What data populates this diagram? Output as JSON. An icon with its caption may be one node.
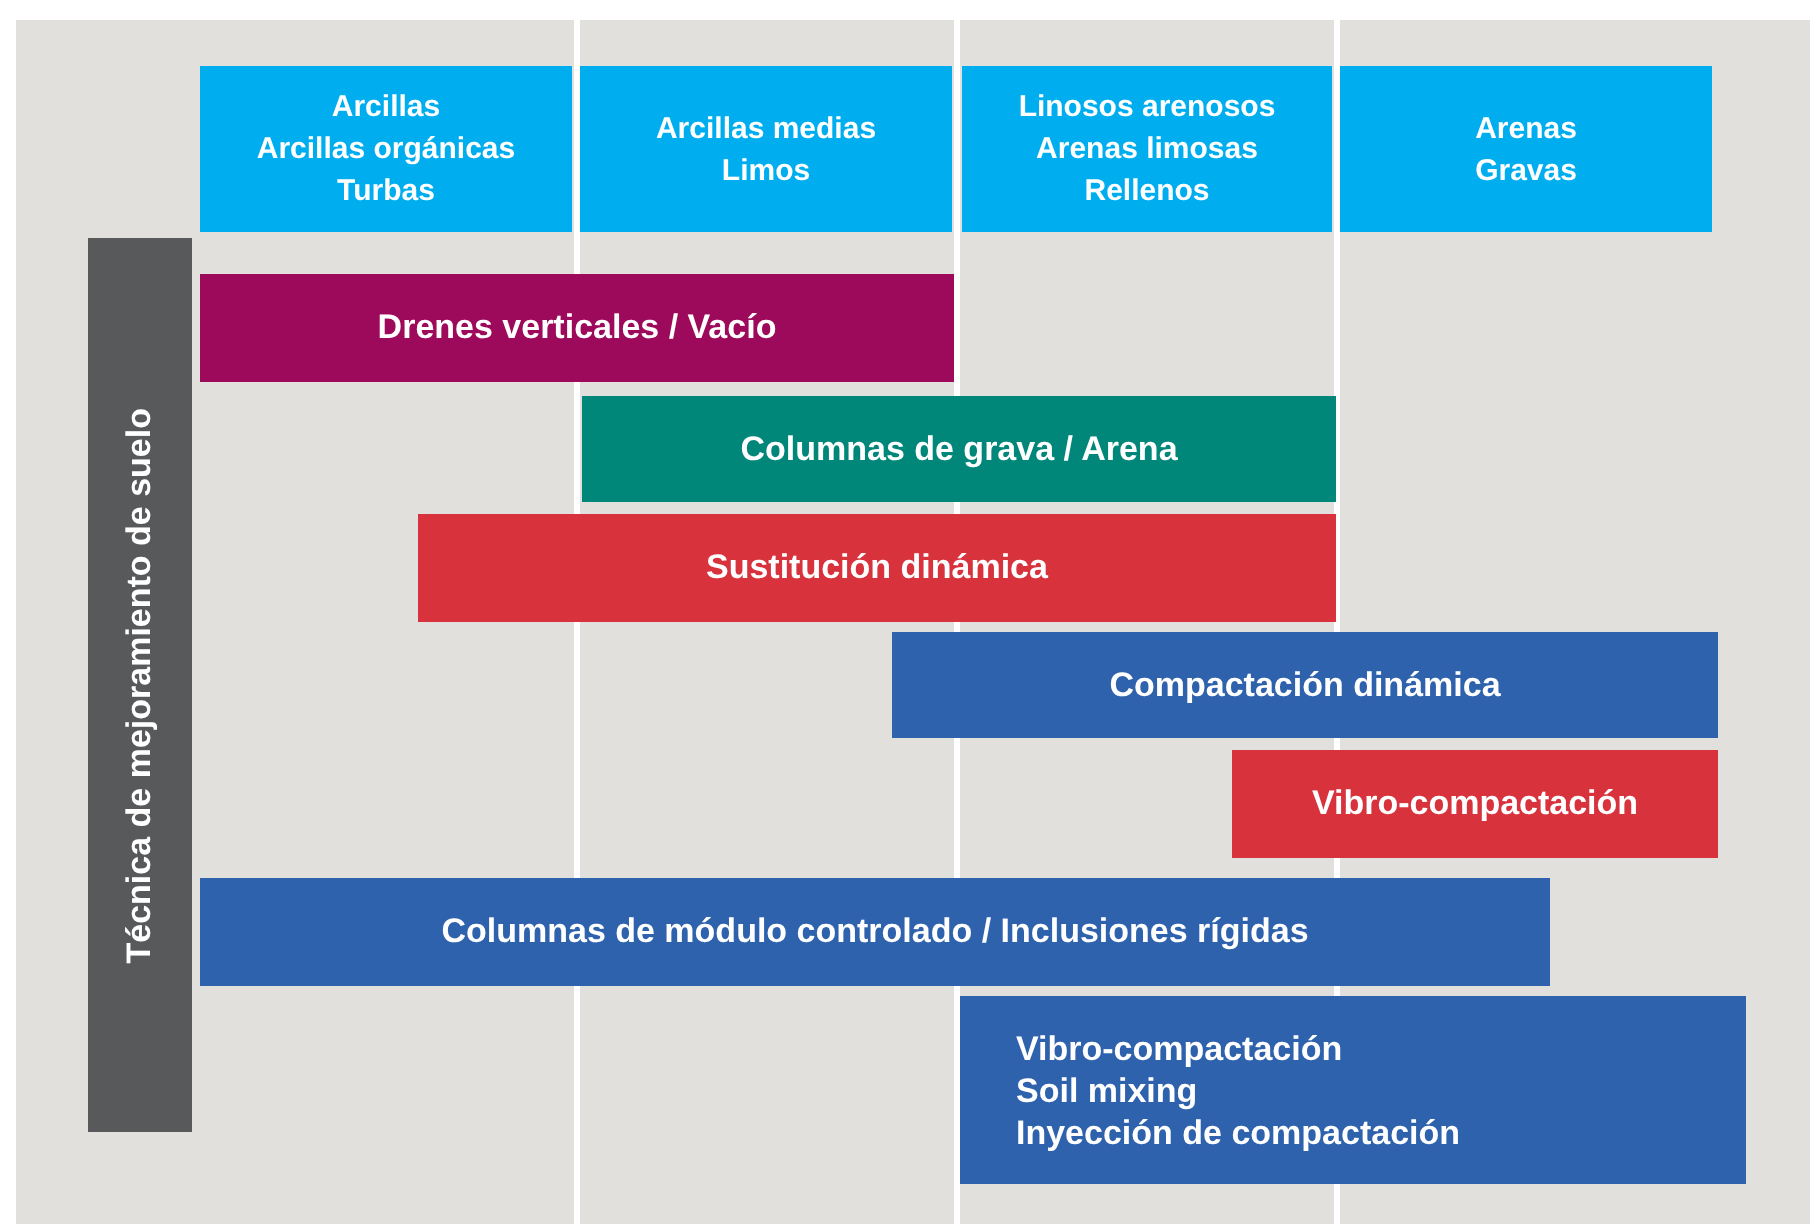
{
  "diagram": {
    "nodes": [
      {
        "text": [
          "Arcillas",
          "Arcillas orgánicas",
          "Turbas"
        ]
      },
      {
        "text": [
          "Arcillas medias",
          "Limos"
        ]
      },
      {
        "text": [
          "Linosos arenosos",
          "Arenas limosas",
          "Rellenos"
        ]
      },
      {
        "text": [
          "Arenas",
          "Gravas"
        ]
      },
      {
        "text": [
          "Técnica de mejoramiento de suelo"
        ]
      },
      {
        "text": [
          "Drenes verticales / Vacío"
        ]
      },
      {
        "text": [
          "Columnas de grava / Arena"
        ]
      },
      {
        "text": [
          "Sustitución dinámica"
        ]
      },
      {
        "text": [
          "Compactación dinámica"
        ]
      },
      {
        "text": [
          "Vibro-compactación"
        ]
      },
      {
        "text": [
          "Columnas de módulo controlado / Inclusiones rígidas"
        ]
      },
      {
        "text": [
          "Vibro-compactación",
          "Soil mixing",
          "Inyección de compactación"
        ]
      }
    ],
    "edges": []
  }
}
